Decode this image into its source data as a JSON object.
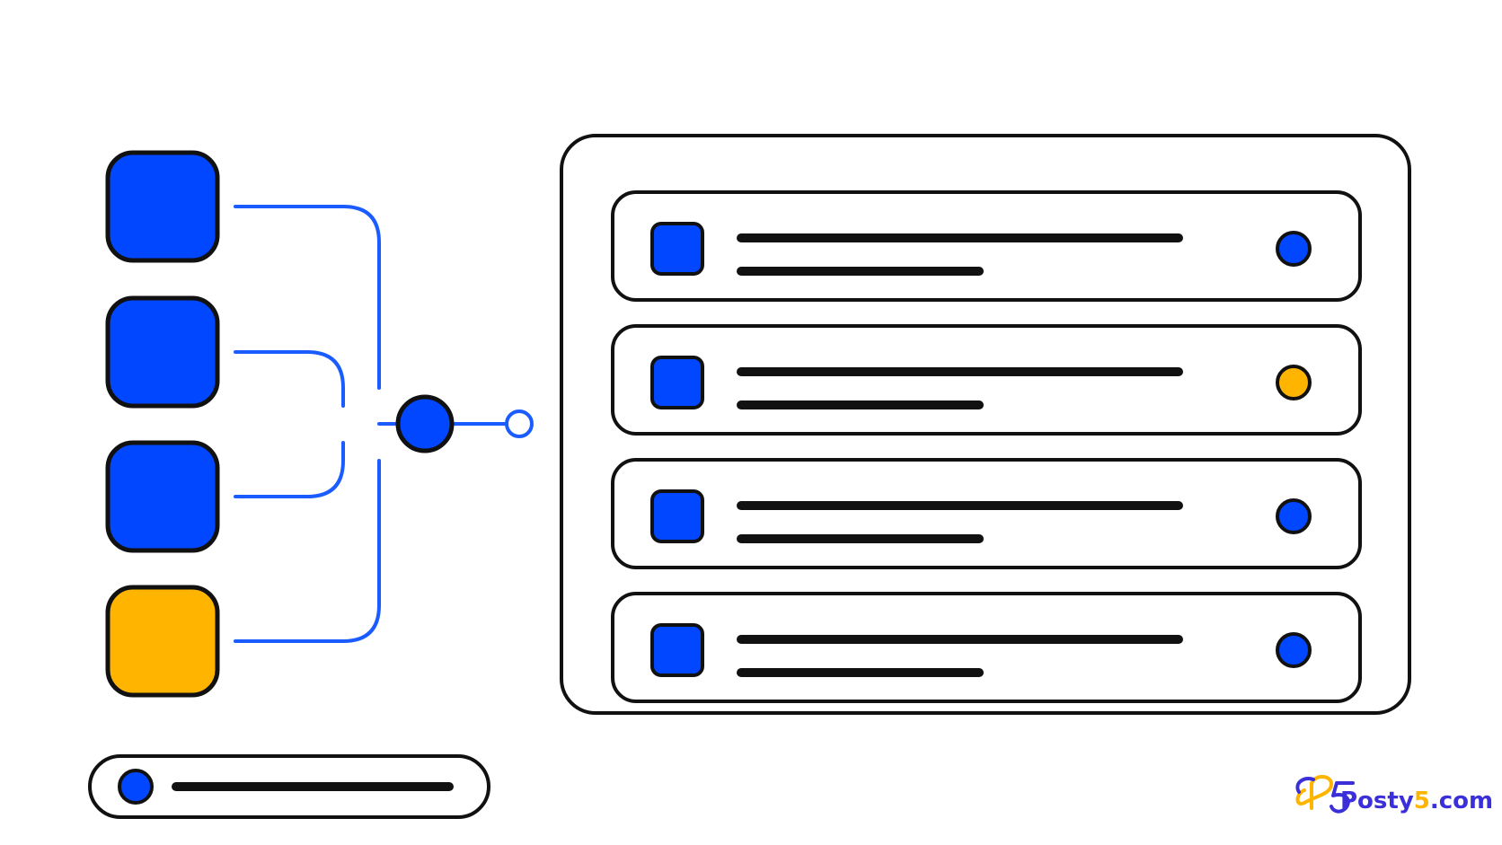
{
  "colors": {
    "blue": "#0047ff",
    "amber": "#ffb400",
    "stroke": "#111111",
    "connector": "#1a5cff",
    "logo_blue": "#3a2fd8",
    "logo_amber": "#ffb400"
  },
  "sources": [
    {
      "color": "blue"
    },
    {
      "color": "blue"
    },
    {
      "color": "blue"
    },
    {
      "color": "amber"
    }
  ],
  "list_rows": [
    {
      "status": "blue"
    },
    {
      "status": "amber"
    },
    {
      "status": "blue"
    },
    {
      "status": "blue"
    }
  ],
  "logo": {
    "name_part1": "Posty",
    "name_digit": "5",
    "name_part2": ".com",
    "icon": "posty5-logo-icon"
  }
}
